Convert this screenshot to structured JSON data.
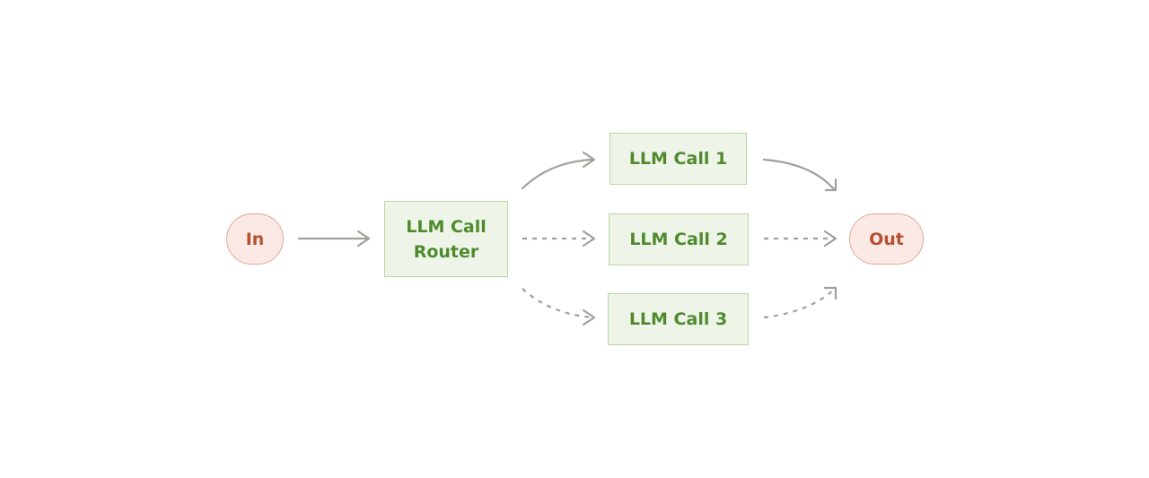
{
  "diagram": {
    "nodes": {
      "input": {
        "label": "In"
      },
      "router": {
        "label": "LLM Call\nRouter"
      },
      "call_1": {
        "label": "LLM Call 1"
      },
      "call_2": {
        "label": "LLM Call 2"
      },
      "call_3": {
        "label": "LLM Call 3"
      },
      "output": {
        "label": "Out"
      }
    },
    "edges": [
      {
        "from": "input",
        "to": "router",
        "style": "solid"
      },
      {
        "from": "router",
        "to": "call_1",
        "style": "solid"
      },
      {
        "from": "router",
        "to": "call_2",
        "style": "dashed"
      },
      {
        "from": "router",
        "to": "call_3",
        "style": "dashed"
      },
      {
        "from": "call_1",
        "to": "output",
        "style": "solid"
      },
      {
        "from": "call_2",
        "to": "output",
        "style": "dashed"
      },
      {
        "from": "call_3",
        "to": "output",
        "style": "dashed"
      }
    ],
    "colors": {
      "terminal_fill": "#fae9e5",
      "terminal_border": "#e3a99a",
      "terminal_text": "#b8502f",
      "llm_fill": "#eef5e8",
      "llm_border": "#b6d8a2",
      "llm_text": "#4f8a2e",
      "edge": "#a0a09c"
    }
  }
}
